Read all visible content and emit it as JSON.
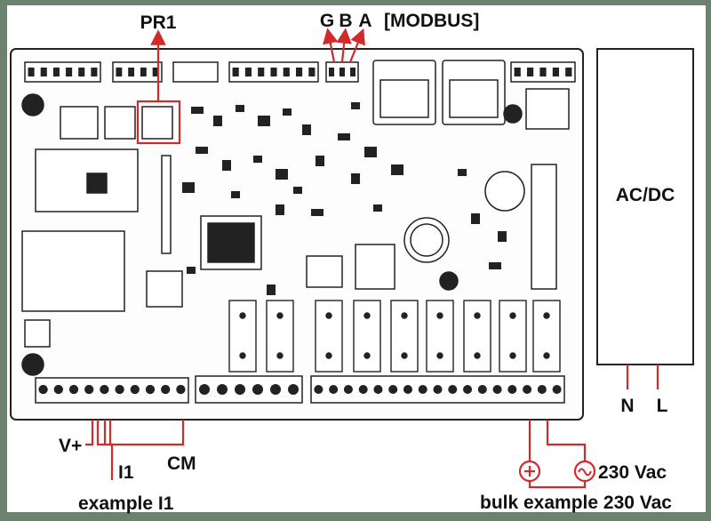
{
  "labels": {
    "pr1": "PR1",
    "g": "G",
    "b": "B",
    "a": "A",
    "modbus": "[MODBUS]",
    "acdc": "AC/DC",
    "n": "N",
    "l": "L",
    "vplus": "V+",
    "i1": "I1",
    "cm": "CM",
    "example_i1": "example I1",
    "vac230": "230 Vac",
    "bulk_example": "bulk example 230 Vac"
  },
  "colors": {
    "background": "#6b836e",
    "board": "#ffffff",
    "outline": "#222222",
    "annotation": "#d12a2a"
  }
}
